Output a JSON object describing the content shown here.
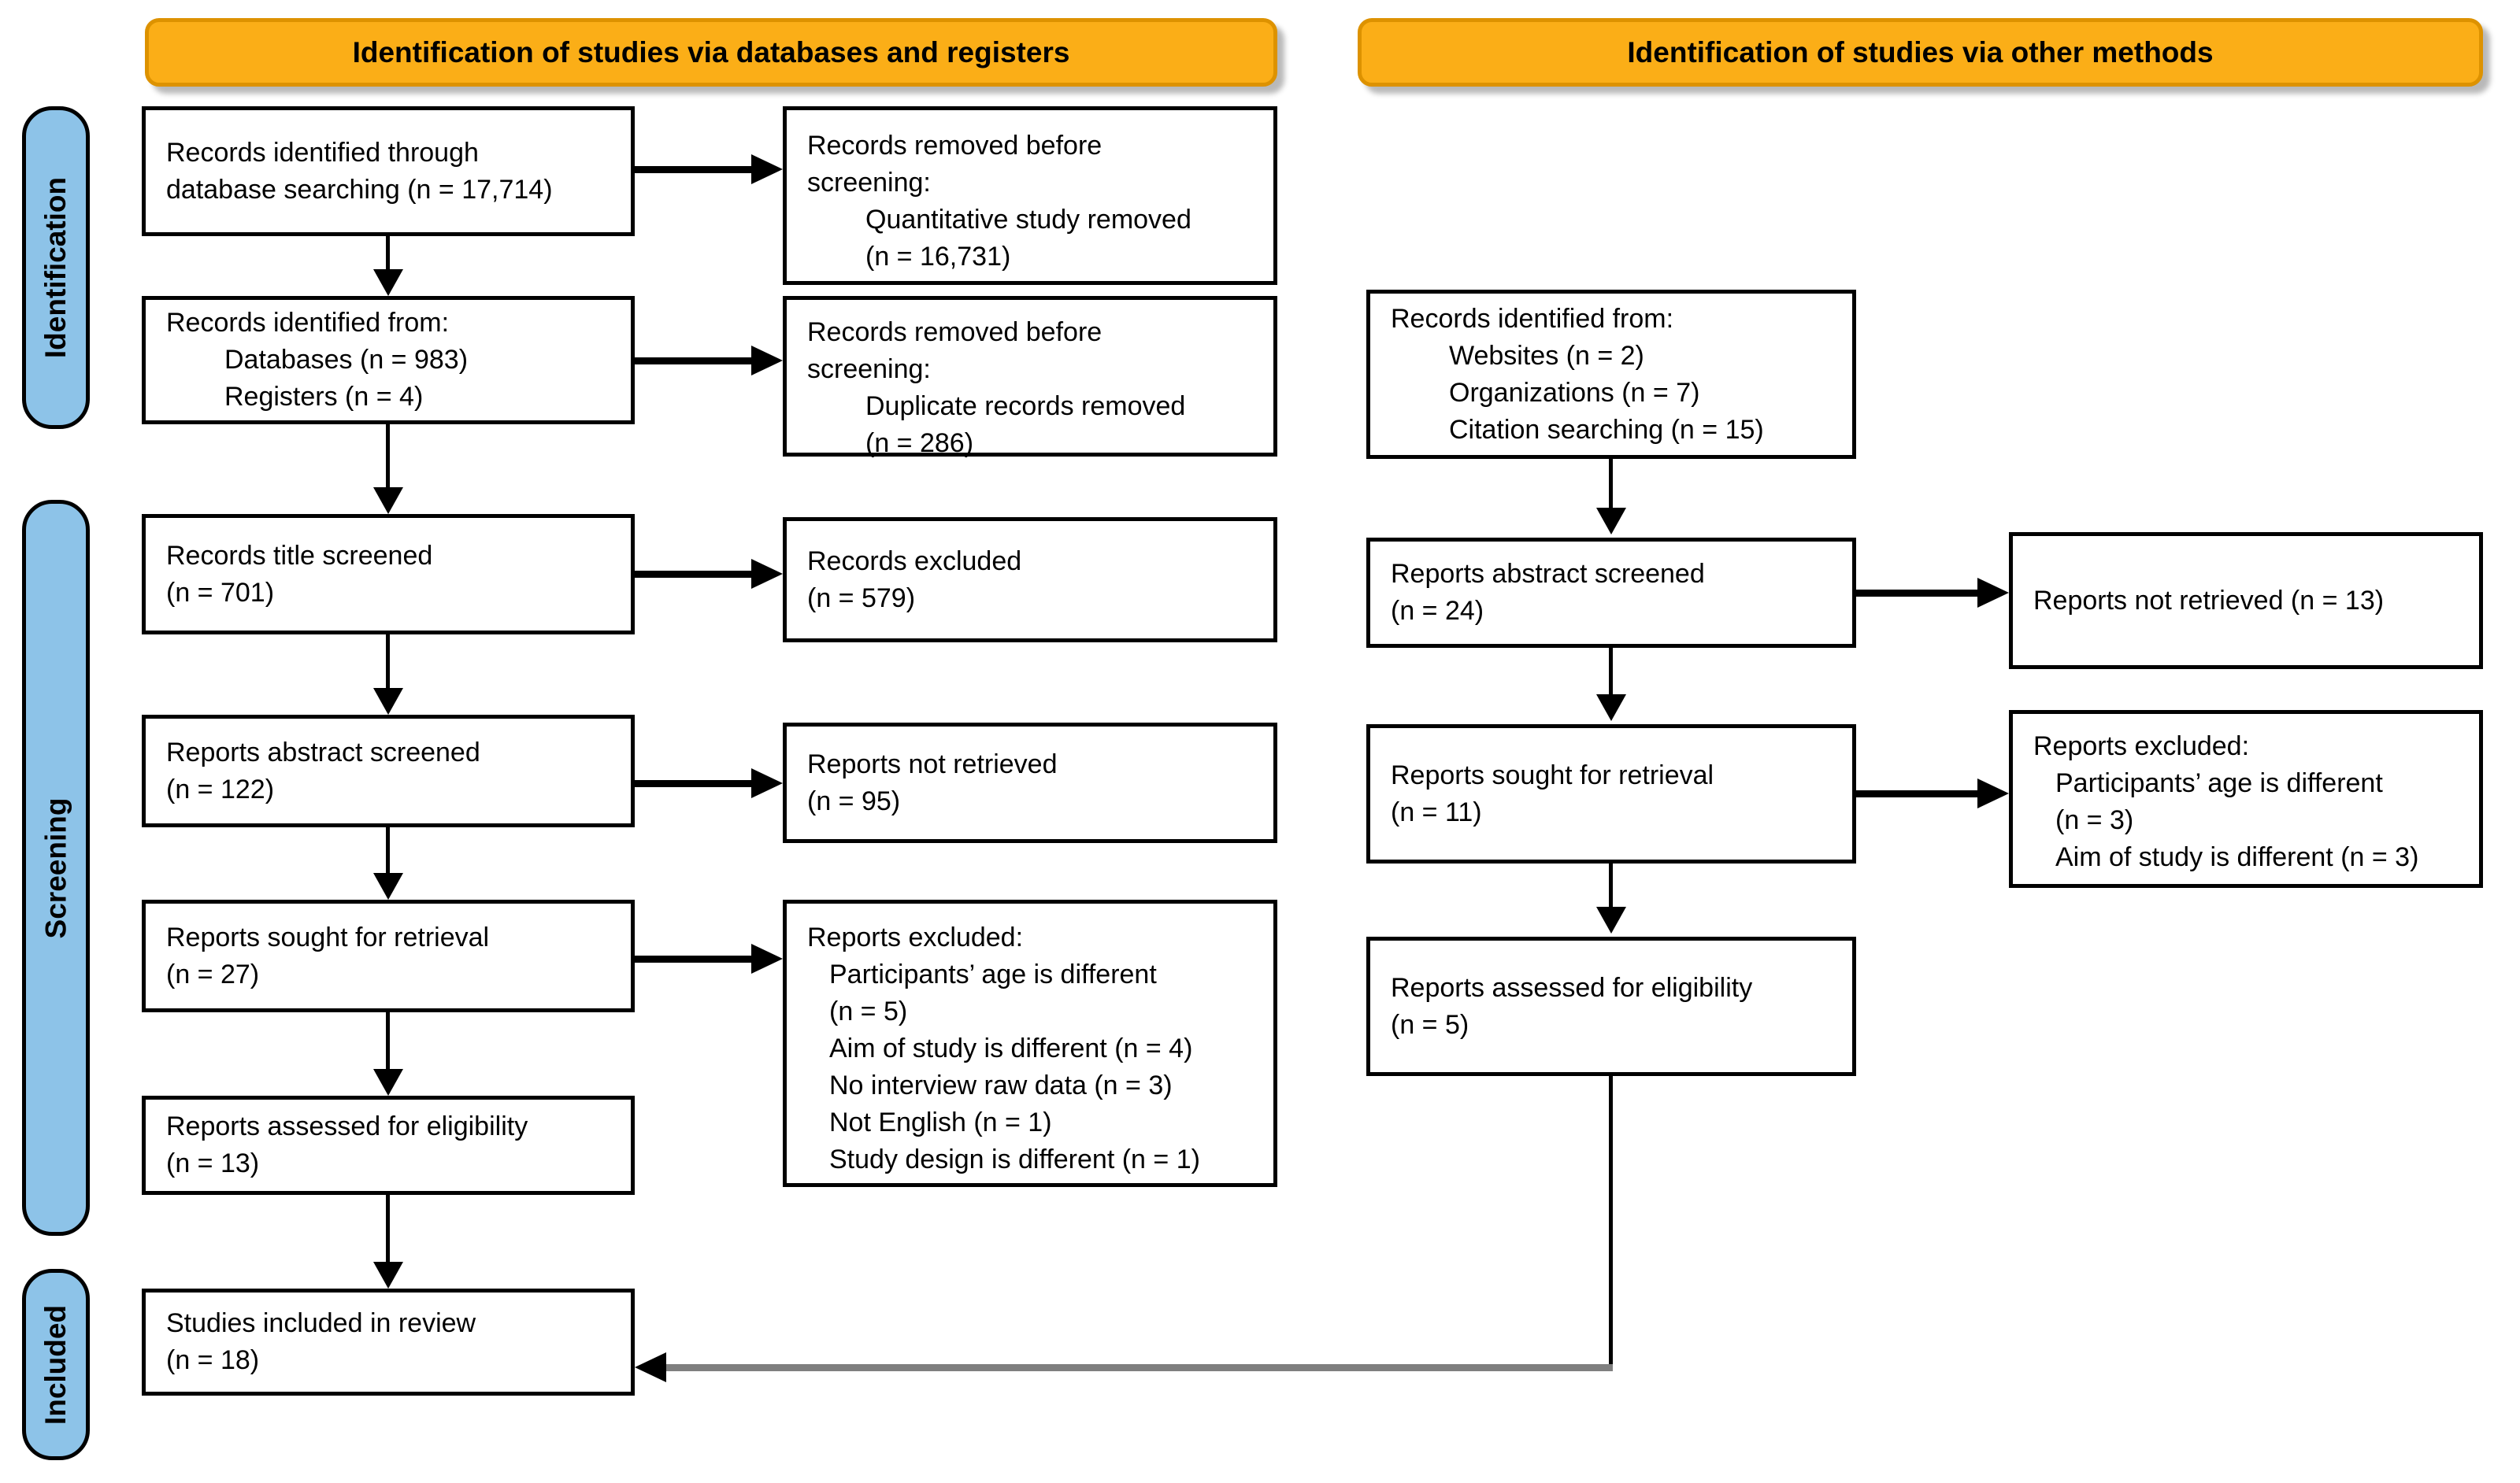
{
  "colors": {
    "banner_fill": "#FBAE17",
    "banner_border": "#DD9200",
    "side_fill": "#8DC3E8",
    "box_border": "#000000",
    "gray_arrow": "#7F7F7F"
  },
  "banners": {
    "left": "Identification of studies via databases and registers",
    "right": "Identification of studies via other methods"
  },
  "stages": {
    "identification": "Identification",
    "screening": "Screening",
    "included": "Included"
  },
  "boxes": {
    "db_search": [
      "Records identified through",
      "database searching (n = 17,714)"
    ],
    "removed_quantitative": [
      "Records removed before",
      "screening:",
      "Quantitative study removed",
      "(n = 16,731)"
    ],
    "identified_from": [
      "Records identified from:",
      "Databases (n = 983)",
      "Registers (n = 4)"
    ],
    "removed_duplicates": [
      "Records removed before",
      "screening:",
      "Duplicate records removed",
      "(n = 286)"
    ],
    "title_screened": [
      "Records title screened",
      "(n = 701)"
    ],
    "records_excluded": [
      "Records excluded",
      "(n = 579)"
    ],
    "abstract_screened": [
      "Reports abstract screened",
      "(n = 122)"
    ],
    "not_retrieved": [
      "Reports not retrieved",
      "(n = 95)"
    ],
    "sought_retrieval": [
      "Reports sought for retrieval",
      "(n = 27)"
    ],
    "reports_excluded": [
      "Reports excluded:",
      "Participants’ age is different",
      "(n = 5)",
      "Aim of study is different (n = 4)",
      "No interview raw data (n = 3)",
      "Not English (n = 1)",
      "Study design is different (n = 1)"
    ],
    "assessed_eligibility": [
      "Reports assessed for eligibility",
      "(n = 13)"
    ],
    "included_review": [
      "Studies included in review",
      "(n = 18)"
    ],
    "other_identified_from": [
      "Records identified from:",
      "Websites (n = 2)",
      "Organizations (n = 7)",
      "Citation searching (n = 15)"
    ],
    "other_abstract_screened": [
      "Reports abstract screened",
      "(n = 24)"
    ],
    "other_not_retrieved": [
      "Reports not retrieved (n = 13)"
    ],
    "other_sought_retrieval": [
      "Reports sought for retrieval",
      "(n = 11)"
    ],
    "other_reports_excluded": [
      "Reports excluded:",
      "Participants’ age is different",
      "(n = 3)",
      "Aim of study is different (n = 3)"
    ],
    "other_assessed_eligibility": [
      "Reports assessed for eligibility",
      "(n = 5)"
    ]
  }
}
